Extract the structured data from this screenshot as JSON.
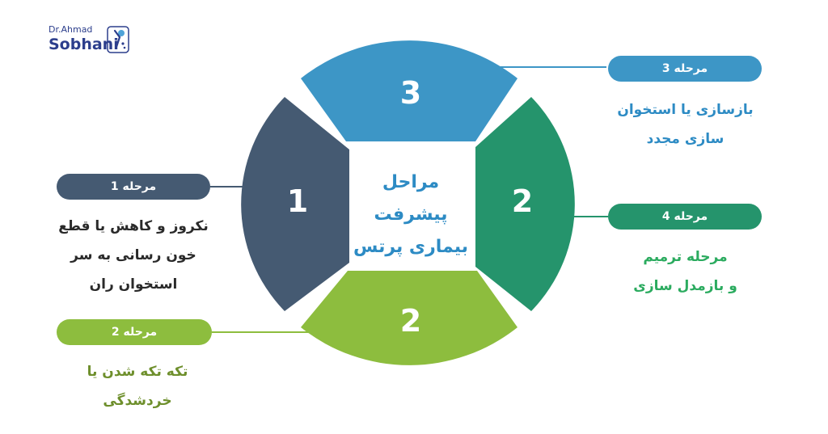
{
  "logo": {
    "small_text": "Dr.Ahmad",
    "big_text": "Sobhani"
  },
  "center": {
    "title_line1": "مراحل",
    "title_line2": "پیشرفت",
    "title_line3": "بیماری پرتس"
  },
  "segments": {
    "left_number": "1",
    "top_number": "3",
    "right_number": "2",
    "bottom_number": "2"
  },
  "stages": {
    "stage1": {
      "label": "مرحله 1",
      "line1": "نکروز و کاهش یا قطع",
      "line2": "خون رسانی به سر",
      "line3": "استخوان ران"
    },
    "stage2": {
      "label": "مرحله 2",
      "line1": "تکه تکه شدن یا",
      "line2": "خردشدگی"
    },
    "stage3": {
      "label": "مرحله 3",
      "line1": "بازسازی یا استخوان",
      "line2": "سازی مجدد"
    },
    "stage4": {
      "label": "مرحله 4",
      "line1": "مرحله ترمیم",
      "line2": "و بازمدل سازی"
    }
  },
  "colors": {
    "dark_slate": "#455a72",
    "blue": "#3d96c6",
    "green": "#25946c",
    "lime": "#8dbd3e",
    "olive_text": "#6e8f2c",
    "center_blue": "#2d8bc4"
  }
}
